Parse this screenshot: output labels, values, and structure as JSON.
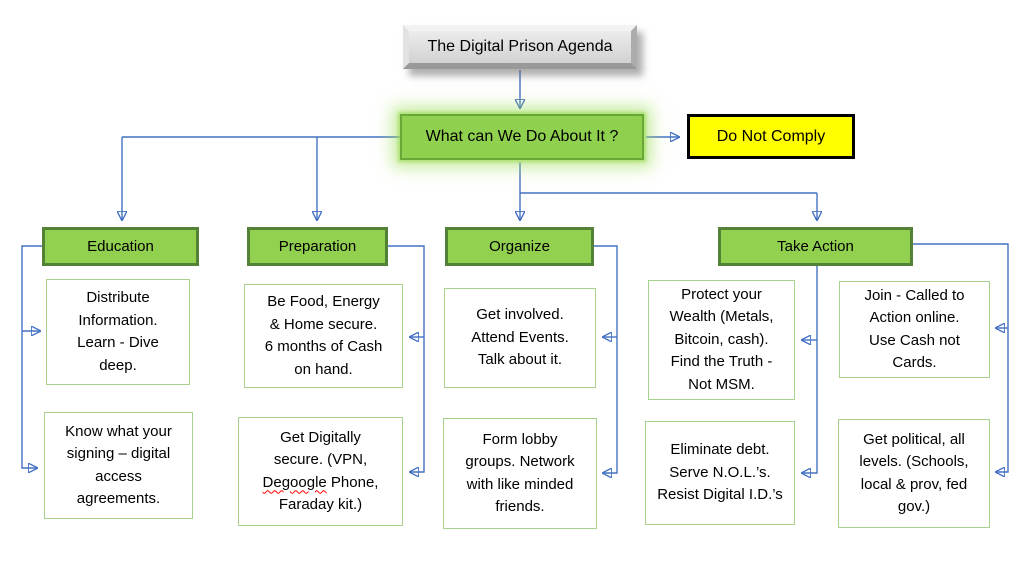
{
  "diagram": {
    "title": "The Digital Prison Agenda",
    "root_question": "What can We Do About It ?",
    "directive": "Do Not Comply",
    "nodes": {
      "education": {
        "header": "Education",
        "box1_lines": [
          "Distribute",
          "Information.",
          "Learn - Dive",
          "deep."
        ],
        "box2_lines": [
          "Know what your",
          "signing – digital",
          "access",
          "agreements."
        ]
      },
      "preparation": {
        "header": "Preparation",
        "box1_lines": [
          "Be Food, Energy",
          "& Home secure.",
          "6 months of Cash",
          "on hand."
        ],
        "box2_line1": "Get Digitally",
        "box2_line2": "secure. (VPN,",
        "box2_line3_word": "Degoogle",
        "box2_line3_rest": " Phone,",
        "box2_line4": "Faraday kit.)"
      },
      "organize": {
        "header": "Organize",
        "box1_lines": [
          "Get involved.",
          "Attend Events.",
          "Talk about it."
        ],
        "box2_lines": [
          "Form lobby",
          "groups. Network",
          "with like minded",
          "friends."
        ]
      },
      "take_action": {
        "header": "Take Action",
        "colA_box1_lines": [
          "Protect your",
          "Wealth (Metals,",
          "Bitcoin, cash).",
          "Find the Truth -",
          "Not MSM."
        ],
        "colA_box2_lines": [
          "Eliminate debt.",
          "Serve N.O.L.’s.",
          "Resist Digital I.D.’s"
        ],
        "colB_box1_lines": [
          "Join - Called to",
          "Action online.",
          "Use Cash not",
          "Cards."
        ],
        "colB_box2_lines": [
          "Get political, all",
          "levels. (Schools,",
          "local & prov, fed",
          "gov.)"
        ]
      }
    },
    "colors": {
      "node_fill": "#92d050",
      "node_border_dark": "#538135",
      "root_glow": "#9edc5a",
      "highlight_fill": "#ffff00",
      "highlight_border": "#000000",
      "title_fill": "#d9d9d9",
      "content_border": "#a9d18e",
      "connector": "#4472c4",
      "spellcheck_underline": "#ff0000"
    }
  }
}
